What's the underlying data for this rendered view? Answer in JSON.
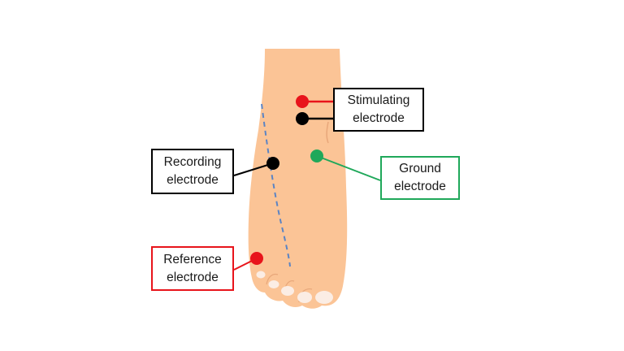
{
  "labels": {
    "stimulating": {
      "line1": "Stimulating",
      "line2": "electrode"
    },
    "recording": {
      "line1": "Recording",
      "line2": "electrode"
    },
    "ground": {
      "line1": "Ground",
      "line2": "electrode"
    },
    "reference": {
      "line1": "Reference",
      "line2": "electrode"
    }
  },
  "colors": {
    "skin": "#FBC496",
    "skin_shadow": "#E8A77A",
    "toenail": "#FBEDE4",
    "nerve_line": "#5B84C4",
    "stimulating": "#E8141B",
    "stimulating_cathode": "#000000",
    "recording": "#000000",
    "ground": "#1FA85A",
    "reference": "#E8141B",
    "box_border_default": "#000000"
  },
  "icons": {
    "foot": "foot-illustration",
    "nerve": "nerve-path-dashed-line",
    "electrode": "electrode-dot-icon"
  }
}
